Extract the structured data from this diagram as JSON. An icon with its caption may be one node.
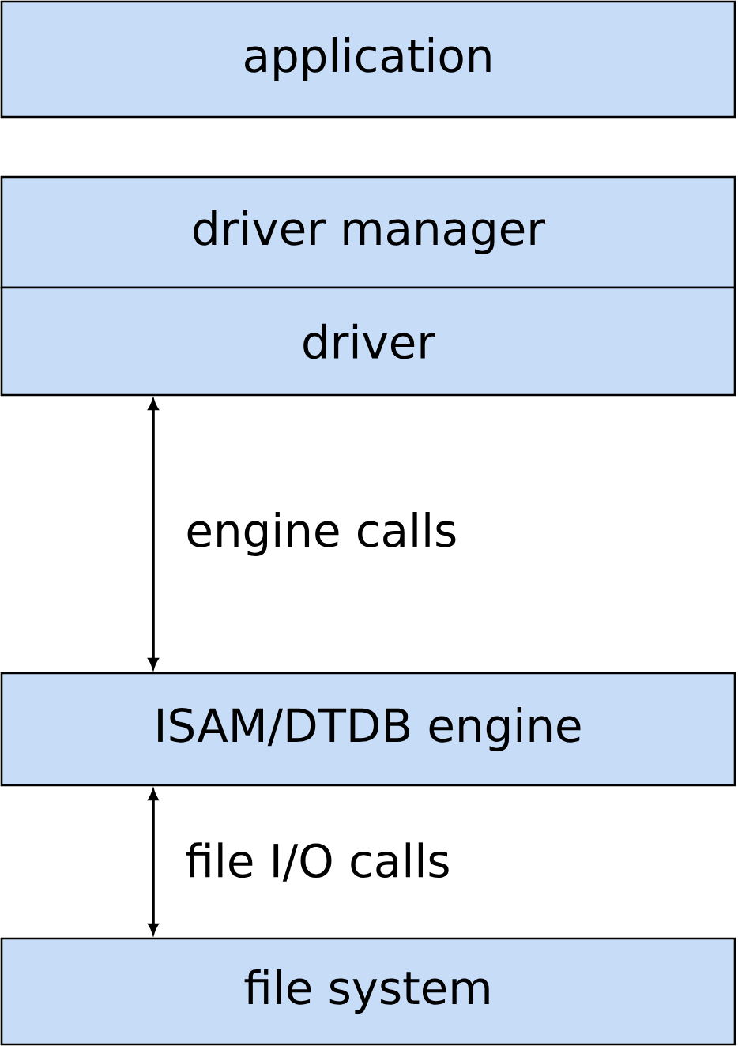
{
  "diagram": {
    "nodes": [
      {
        "text": [
          "application"
        ]
      },
      {
        "text": [
          "driver manager"
        ]
      },
      {
        "text": [
          "driver"
        ]
      },
      {
        "text": [
          "ISAM/DTDB engine"
        ]
      },
      {
        "text": [
          "file system"
        ]
      }
    ],
    "edges": [
      {
        "from": 2,
        "to": 3,
        "arrow": "both",
        "label": "engine calls"
      },
      {
        "from": 3,
        "to": 4,
        "arrow": "both",
        "label": "file I/O calls"
      }
    ]
  }
}
